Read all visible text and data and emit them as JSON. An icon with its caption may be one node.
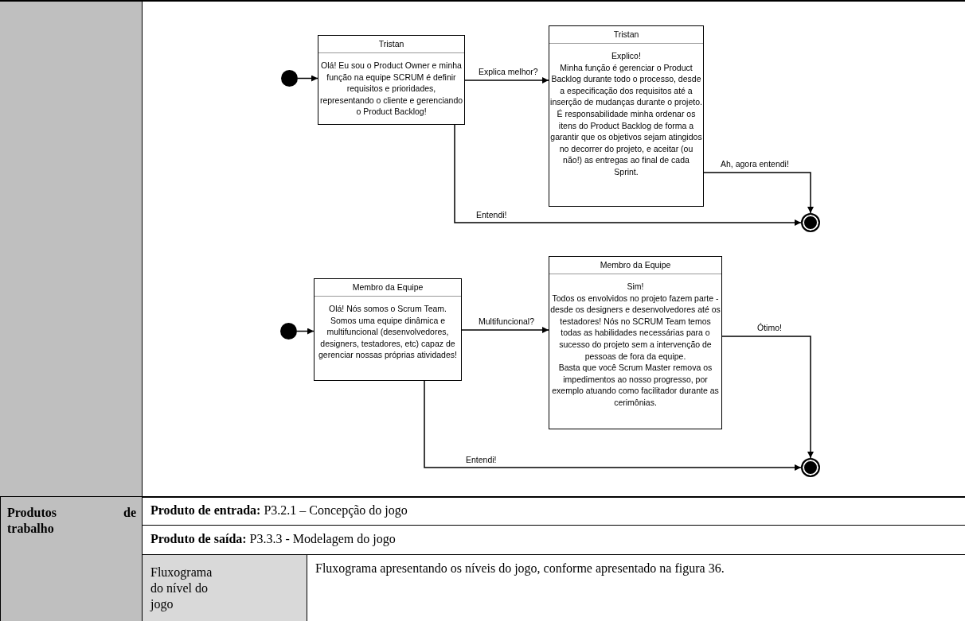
{
  "diagram": {
    "nodes": [
      {
        "text": [],
        "shape": "circle"
      },
      {
        "text": [
          "Tristan",
          "Olá! Eu sou o Product Owner e minha função na equipe SCRUM é definir requisitos e prioridades, representando o cliente e gerenciando o Product Backlog!"
        ]
      },
      {
        "text": [
          "Tristan",
          "Explico!",
          "Minha função é gerenciar o Product Backlog durante todo o processo, desde a especificação dos requisitos até a inserção de mudanças durante o projeto.",
          "É responsabilidade minha ordenar os itens do Product Backlog de forma a garantir que os objetivos sejam atingidos no decorrer do projeto, e aceitar (ou não!) as entregas ao final de cada Sprint."
        ]
      },
      {
        "text": [],
        "shape": "circle"
      },
      {
        "text": [],
        "shape": "circle"
      },
      {
        "text": [
          "Membro da Equipe",
          "Olá! Nós somos o Scrum Team. Somos uma equipe dinâmica e multifuncional (desenvolvedores, designers, testadores, etc) capaz de gerenciar nossas próprias atividades!"
        ]
      },
      {
        "text": [
          "Membro da Equipe",
          "Sim!",
          "Todos os envolvidos no projeto fazem parte - desde os designers e desenvolvedores até os testadores! Nós no SCRUM Team temos todas as habilidades necessárias para o sucesso do projeto sem a intervenção de pessoas de fora da equipe.",
          "Basta que você Scrum Master remova os impedimentos ao nosso progresso, por exemplo atuando como facilitador durante as cerimônias."
        ]
      },
      {
        "text": [],
        "shape": "circle"
      }
    ],
    "edges": [
      {
        "from": 0,
        "to": 1,
        "arrow": "to"
      },
      {
        "from": 1,
        "to": 2,
        "arrow": "to",
        "label": "Explica melhor?"
      },
      {
        "from": 1,
        "to": 3,
        "arrow": "to",
        "label": "Entendi!"
      },
      {
        "from": 2,
        "to": 3,
        "arrow": "to",
        "label": "Ah, agora entendi!"
      },
      {
        "from": 4,
        "to": 5,
        "arrow": "to"
      },
      {
        "from": 5,
        "to": 6,
        "arrow": "to",
        "label": "Multifuncional?"
      },
      {
        "from": 5,
        "to": 7,
        "arrow": "to",
        "label": "Entendi!"
      },
      {
        "from": 6,
        "to": 7,
        "arrow": "to",
        "label": "Ótimo!"
      }
    ],
    "labels": [
      "Produtos de trabalho",
      "**Produto de entrada:** P3.2.1 – Concepção do jogo",
      "**Produto de saída:** P3.3.3 - Modelagem do jogo",
      "Fluxograma do nível do jogo",
      "Fluxograma apresentando os níveis do jogo, conforme apresentado na figura 36."
    ]
  }
}
